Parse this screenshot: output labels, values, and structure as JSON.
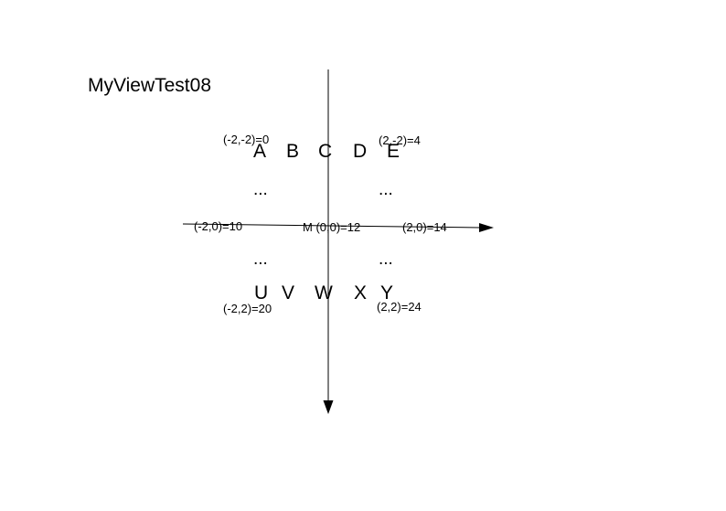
{
  "title": "MyViewTest08",
  "coordinate_labels": {
    "top_left": "(-2,-2)=0",
    "top_right": "(2,-2)=4",
    "middle_left": "(-2,0)=10",
    "center": "M (0,0)=12",
    "middle_right": "(2,0)=14",
    "bottom_left": "(-2,2)=20",
    "bottom_right": "(2,2)=24"
  },
  "top_row_letters": [
    "A",
    "B",
    "C",
    "D",
    "E"
  ],
  "bottom_row_letters": [
    "U",
    "V",
    "W",
    "X",
    "Y"
  ],
  "ellipsis": "...",
  "colors": {
    "background": "#ffffff",
    "ink": "#000000"
  }
}
